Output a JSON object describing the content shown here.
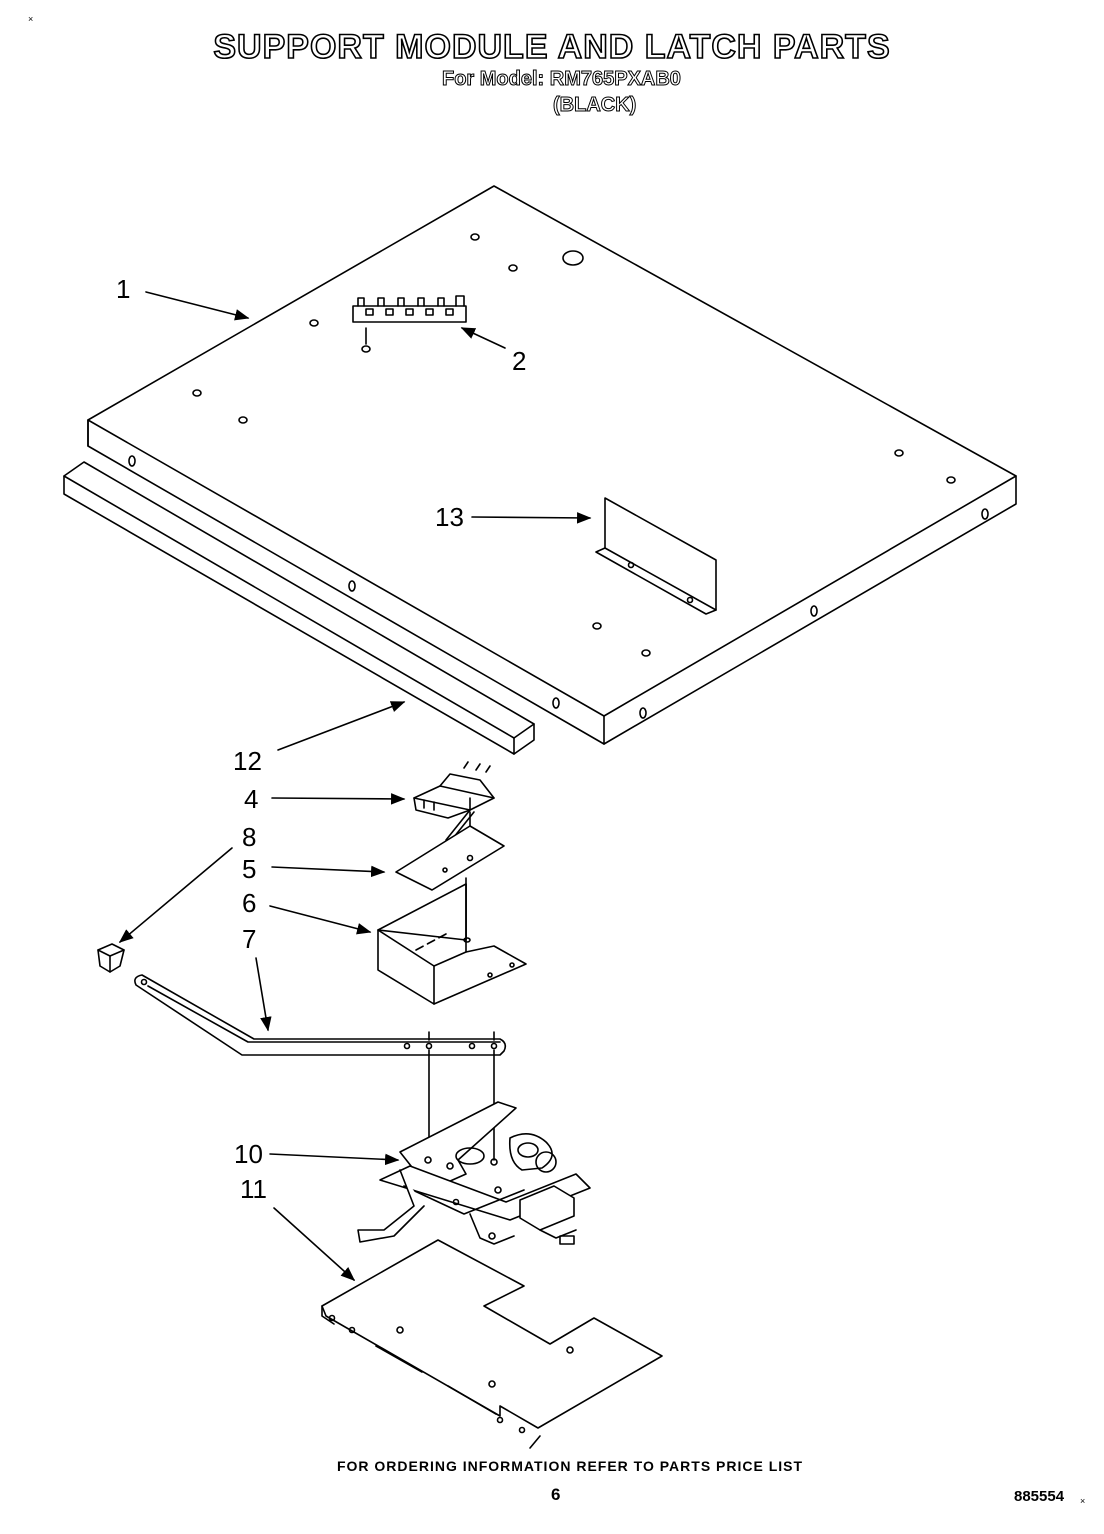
{
  "header": {
    "title": "SUPPORT MODULE AND LATCH PARTS",
    "model_line": "For Model: RM765PXAB0",
    "variant": "(BLACK)"
  },
  "callouts": {
    "c1": "1",
    "c2": "2",
    "c4": "4",
    "c5": "5",
    "c6": "6",
    "c7": "7",
    "c8": "8",
    "c10": "10",
    "c11": "11",
    "c12": "12",
    "c13": "13"
  },
  "footer": {
    "ordering_note": "FOR ORDERING INFORMATION REFER TO PARTS PRICE LIST",
    "page_number": "6",
    "document_number": "885554"
  },
  "marks": {
    "corner_mark_top": "×",
    "corner_mark_bottom": "×"
  }
}
